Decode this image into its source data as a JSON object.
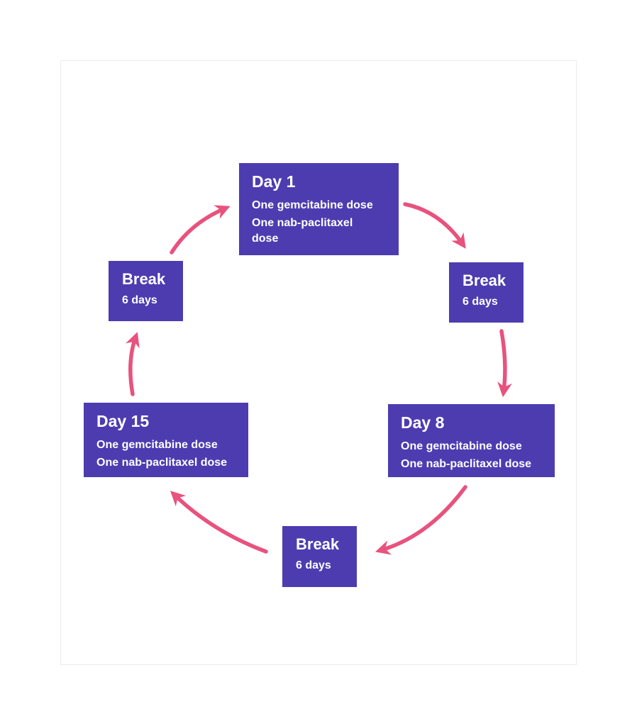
{
  "colors": {
    "node_background": "#4D3CB0",
    "arrow": "#E8527E",
    "node_text": "#FFFFFF",
    "card_background": "#FFFFFF",
    "card_border": "#ECECEC",
    "page_background": "#FFFFFF"
  },
  "cycle": {
    "nodes": [
      {
        "id": "day-1",
        "title": "Day 1",
        "lines": [
          "One gemcitabine dose",
          "One nab-paclitaxel dose"
        ]
      },
      {
        "id": "break-after-day-1",
        "title": "Break",
        "lines": [
          "6 days"
        ]
      },
      {
        "id": "day-8",
        "title": "Day 8",
        "lines": [
          "One gemcitabine dose",
          "One nab-paclitaxel dose"
        ]
      },
      {
        "id": "break-after-day-8",
        "title": "Break",
        "lines": [
          "6 days"
        ]
      },
      {
        "id": "day-15",
        "title": "Day 15",
        "lines": [
          "One gemcitabine dose",
          "One nab-paclitaxel dose"
        ]
      },
      {
        "id": "break-after-day-15",
        "title": "Break",
        "lines": [
          "6 days"
        ]
      }
    ],
    "arrows": [
      {
        "from": "day-1",
        "to": "break-after-day-1"
      },
      {
        "from": "break-after-day-1",
        "to": "day-8"
      },
      {
        "from": "day-8",
        "to": "break-after-day-8"
      },
      {
        "from": "break-after-day-8",
        "to": "day-15"
      },
      {
        "from": "day-15",
        "to": "break-after-day-15"
      },
      {
        "from": "break-after-day-15",
        "to": "day-1"
      }
    ]
  }
}
